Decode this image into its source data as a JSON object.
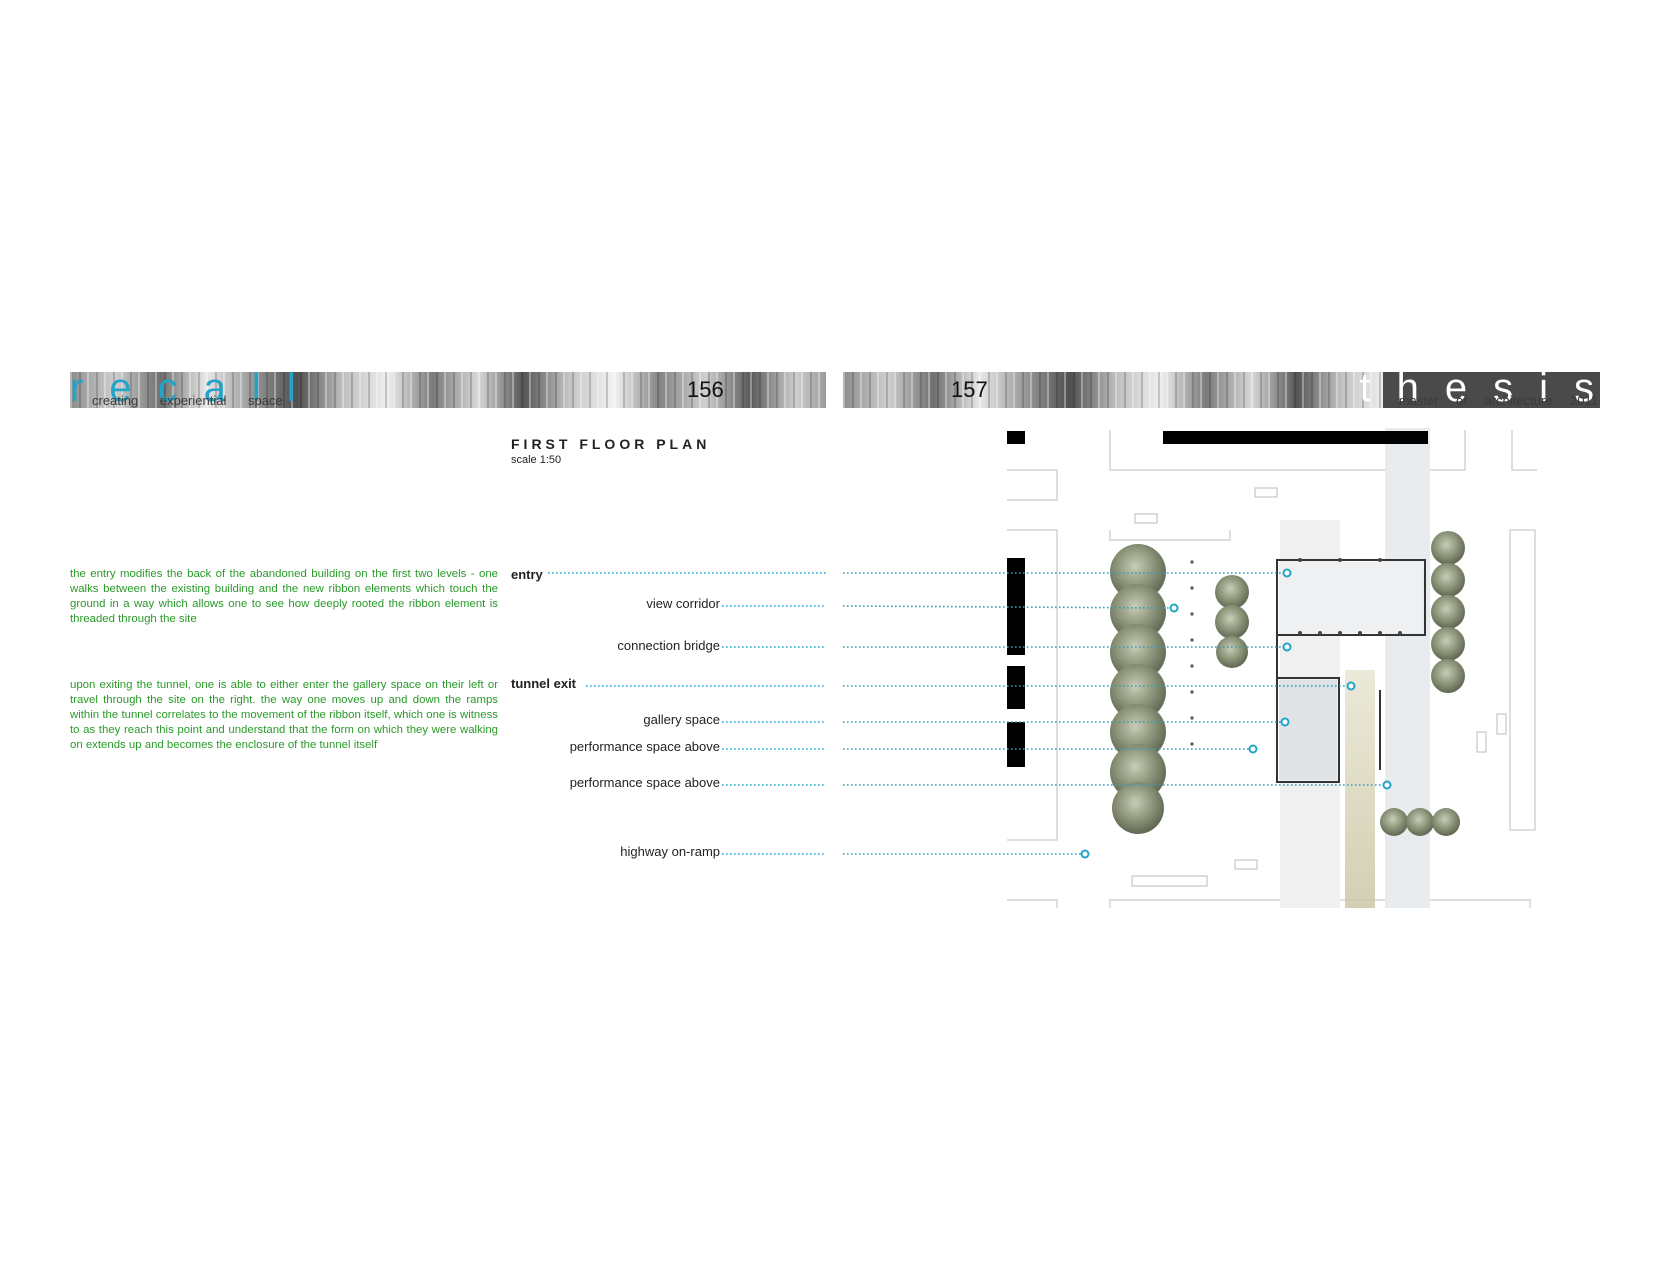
{
  "header": {
    "left": {
      "word": "recall",
      "subtitle": "creating experiential space",
      "page": "156"
    },
    "right": {
      "word": "thesis",
      "subtitle": "master of architecture 2011",
      "page": "157"
    }
  },
  "plan": {
    "title": "FIRST FLOOR PLAN",
    "scale": "scale 1:50"
  },
  "descriptions": [
    "the entry modifies the back of the abandoned building on the first two levels - one walks between the existing building and the new ribbon elements which touch the ground in a way which allows one to see how deeply rooted the ribbon element is threaded through the site",
    "upon exiting the tunnel, one is able to either enter the gallery space on their left or travel through the site on the right. the way one moves up and down the ramps within the tunnel correlates to the movement of the ribbon itself, which one is witness to as they reach this point and understand that the form on which they were walking on extends up and becomes the enclosure of the tunnel itself"
  ],
  "labels": {
    "entry": "entry",
    "view_corridor": "view corridor",
    "connection_bridge": "connection bridge",
    "tunnel_exit": "tunnel exit",
    "gallery_space": "gallery space",
    "performance_above_1": "performance space above",
    "performance_above_2": "performance space above",
    "highway_on_ramp": "highway on-ramp"
  },
  "colors": {
    "accent": "#22a4c9",
    "description_text": "#2a9a2a",
    "leader": "#22a4c9"
  }
}
